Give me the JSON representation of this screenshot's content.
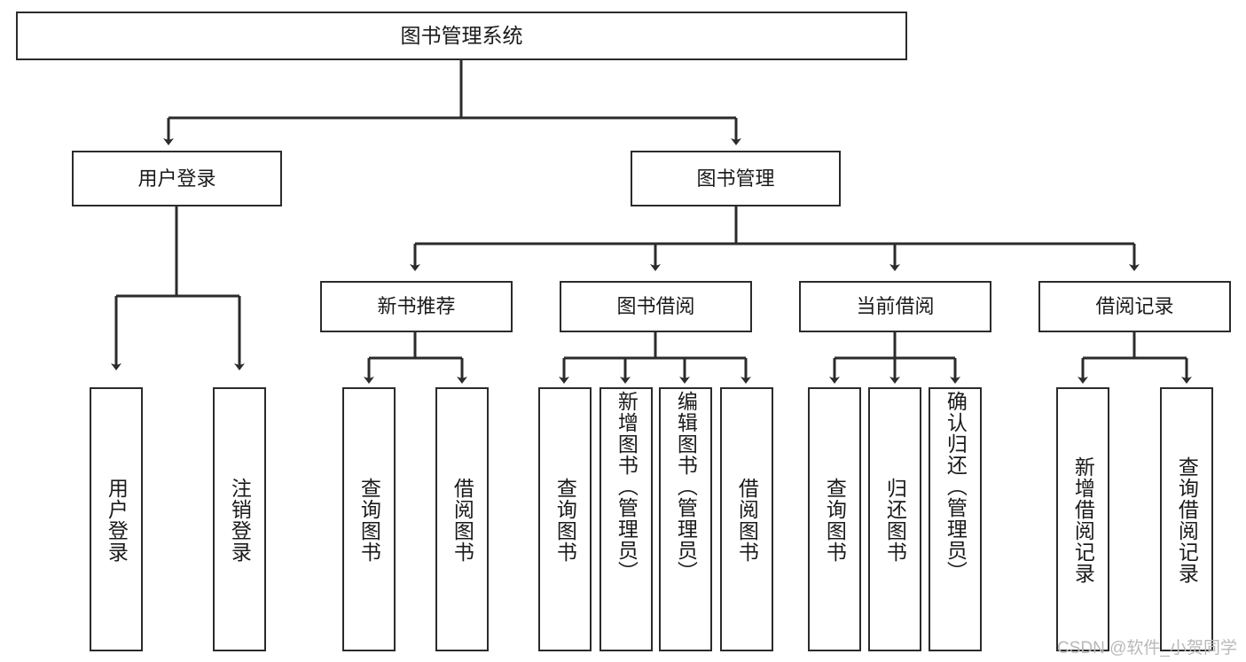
{
  "diagram": {
    "type": "tree-hierarchy",
    "title": "图书管理系统",
    "root": {
      "id": "root",
      "label": "图书管理系统",
      "orientation": "horizontal"
    },
    "level2": [
      {
        "id": "user-login",
        "label": "用户登录",
        "orientation": "horizontal"
      },
      {
        "id": "book-management",
        "label": "图书管理",
        "orientation": "horizontal"
      }
    ],
    "level3": [
      {
        "id": "new-book-recommend",
        "label": "新书推荐",
        "orientation": "horizontal",
        "parent": "book-management"
      },
      {
        "id": "book-borrow",
        "label": "图书借阅",
        "orientation": "horizontal",
        "parent": "book-management"
      },
      {
        "id": "current-borrow",
        "label": "当前借阅",
        "orientation": "horizontal",
        "parent": "book-management"
      },
      {
        "id": "borrow-record",
        "label": "借阅记录",
        "orientation": "horizontal",
        "parent": "book-management"
      }
    ],
    "leaves": [
      {
        "id": "leaf-user-login",
        "label": "用户登录",
        "parent": "user-login"
      },
      {
        "id": "leaf-user-logout",
        "label": "注销登录",
        "parent": "user-login"
      },
      {
        "id": "leaf-query-book-1",
        "label": "查询图书",
        "parent": "new-book-recommend"
      },
      {
        "id": "leaf-borrow-book-1",
        "label": "借阅图书",
        "parent": "new-book-recommend"
      },
      {
        "id": "leaf-query-book-2",
        "label": "查询图书",
        "parent": "book-borrow"
      },
      {
        "id": "leaf-add-book",
        "label": "新增图书（管理员）",
        "parent": "book-borrow"
      },
      {
        "id": "leaf-edit-book",
        "label": "编辑图书（管理员）",
        "parent": "book-borrow"
      },
      {
        "id": "leaf-borrow-book-2",
        "label": "借阅图书",
        "parent": "book-borrow"
      },
      {
        "id": "leaf-query-book-3",
        "label": "查询图书",
        "parent": "current-borrow"
      },
      {
        "id": "leaf-return-book",
        "label": "归还图书",
        "parent": "current-borrow"
      },
      {
        "id": "leaf-confirm-return",
        "label": "确认归还（管理员）",
        "parent": "current-borrow"
      },
      {
        "id": "leaf-add-record",
        "label": "新增借阅记录",
        "parent": "borrow-record"
      },
      {
        "id": "leaf-query-record",
        "label": "查询借阅记录",
        "parent": "borrow-record"
      }
    ],
    "edges": [
      {
        "from": "root",
        "to": "user-login"
      },
      {
        "from": "root",
        "to": "book-management"
      },
      {
        "from": "user-login",
        "to": "leaf-user-login"
      },
      {
        "from": "user-login",
        "to": "leaf-user-logout"
      },
      {
        "from": "book-management",
        "to": "new-book-recommend"
      },
      {
        "from": "book-management",
        "to": "book-borrow"
      },
      {
        "from": "book-management",
        "to": "current-borrow"
      },
      {
        "from": "book-management",
        "to": "borrow-record"
      },
      {
        "from": "new-book-recommend",
        "to": "leaf-query-book-1"
      },
      {
        "from": "new-book-recommend",
        "to": "leaf-borrow-book-1"
      },
      {
        "from": "book-borrow",
        "to": "leaf-query-book-2"
      },
      {
        "from": "book-borrow",
        "to": "leaf-add-book"
      },
      {
        "from": "book-borrow",
        "to": "leaf-edit-book"
      },
      {
        "from": "book-borrow",
        "to": "leaf-borrow-book-2"
      },
      {
        "from": "current-borrow",
        "to": "leaf-query-book-3"
      },
      {
        "from": "current-borrow",
        "to": "leaf-return-book"
      },
      {
        "from": "current-borrow",
        "to": "leaf-confirm-return"
      },
      {
        "from": "borrow-record",
        "to": "leaf-add-record"
      },
      {
        "from": "borrow-record",
        "to": "leaf-query-record"
      }
    ],
    "colors": {
      "border": "#2b2b2b",
      "text": "#1a1a1a",
      "background": "#ffffff",
      "connector": "#2b2b2b",
      "watermark": "#b9b9b9"
    }
  },
  "watermark": {
    "text": "CSDN @软件_小贺同学"
  }
}
